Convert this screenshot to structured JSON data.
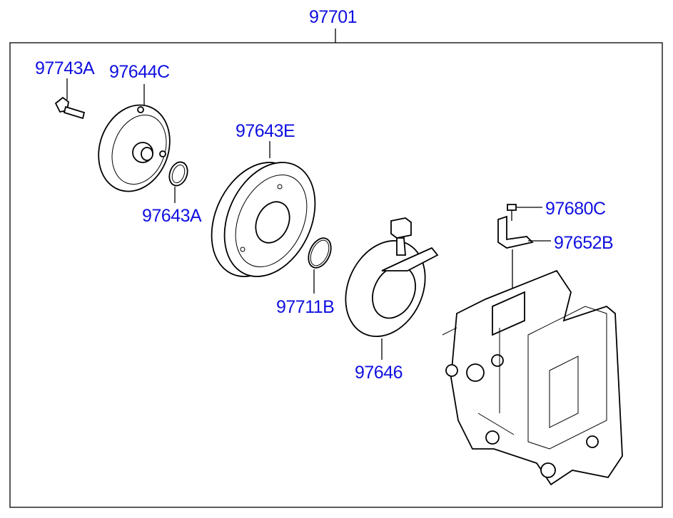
{
  "assembly": {
    "part_number": "97701"
  },
  "parts": [
    {
      "id": "bolt",
      "part_number": "97743A"
    },
    {
      "id": "clutch-hub",
      "part_number": "97644C"
    },
    {
      "id": "pulley",
      "part_number": "97643E"
    },
    {
      "id": "shim-ring",
      "part_number": "97643A"
    },
    {
      "id": "snap-ring",
      "part_number": "97711B"
    },
    {
      "id": "field-coil",
      "part_number": "97646"
    },
    {
      "id": "screw",
      "part_number": "97680C"
    },
    {
      "id": "bracket",
      "part_number": "97652B"
    }
  ],
  "colors": {
    "label": "#1010e0",
    "line": "#000000"
  }
}
